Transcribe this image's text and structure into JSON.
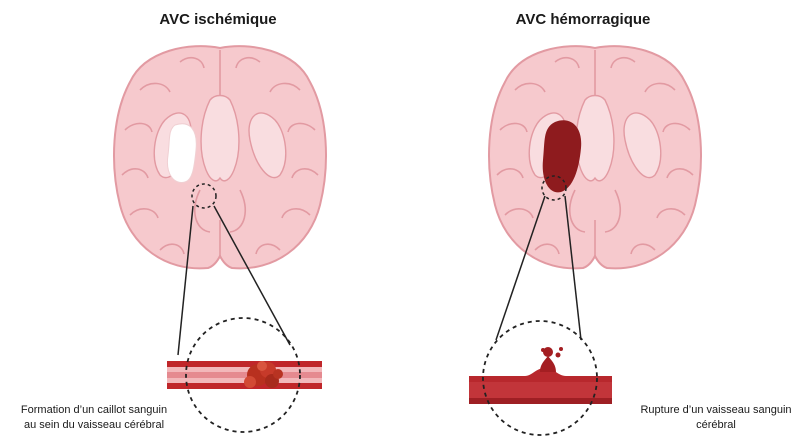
{
  "panels": [
    {
      "title": "AVC ischémique",
      "caption": [
        "Formation d’un caillot sanguin",
        "au sein du vaisseau cérébral"
      ],
      "lesion_type": "white ischemic area",
      "vessel_detail": "clot inside vessel"
    },
    {
      "title": "AVC hémorragique",
      "caption": [
        "Rupture d’un vaisseau sanguin",
        "cérébral"
      ],
      "lesion_type": "dark red hemorrhage",
      "vessel_detail": "ruptured vessel with blood spurt"
    }
  ],
  "colors": {
    "brain_fill": "#f6c9cd",
    "brain_stroke": "#e29aa2",
    "brain_inner": "#f9dde0",
    "ischemia": "#ffffff",
    "hemorrhage": "#8e1b1e",
    "vessel_red": "#c0262a",
    "vessel_wall": "#e8a0a4",
    "clot": "#c73a2a"
  }
}
